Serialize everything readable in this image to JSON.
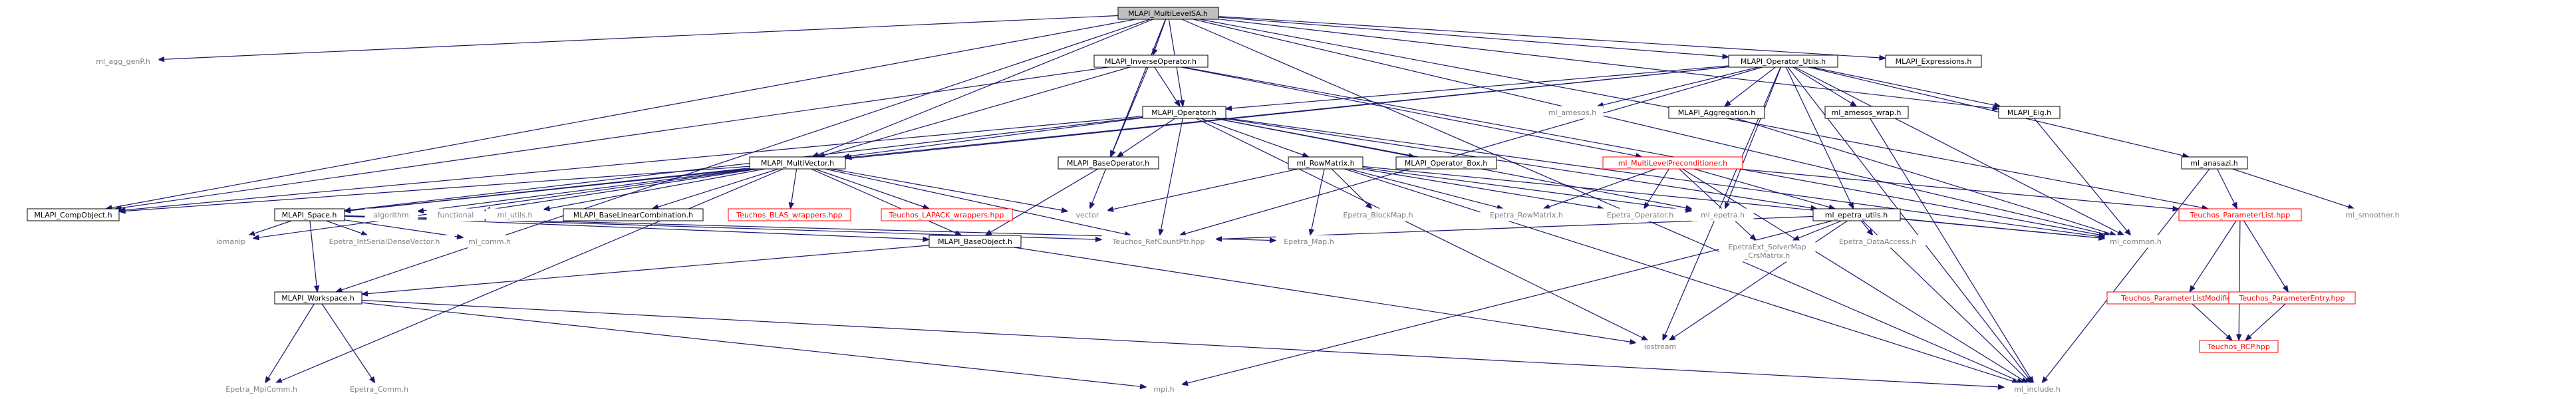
{
  "diagram": {
    "colors": {
      "edge": "#191970",
      "root_fill": "#bfbfbf",
      "documented_border": "#000000",
      "external_text": "#808080",
      "template_border": "#ff0000"
    },
    "nodes": [
      {
        "id": "root",
        "label": "MLAPI_MultiLevelSA.h",
        "style": "root"
      },
      {
        "id": "agg",
        "label": "ml_agg_genP.h",
        "style": "plain"
      },
      {
        "id": "inv",
        "label": "MLAPI_InverseOperator.h",
        "style": "doc"
      },
      {
        "id": "oputils",
        "label": "MLAPI_Operator_Utils.h",
        "style": "doc"
      },
      {
        "id": "expr",
        "label": "MLAPI_Expressions.h",
        "style": "doc"
      },
      {
        "id": "op",
        "label": "MLAPI_Operator.h",
        "style": "doc"
      },
      {
        "id": "amesos",
        "label": "ml_amesos.h",
        "style": "plain"
      },
      {
        "id": "aggreg",
        "label": "MLAPI_Aggregation.h",
        "style": "doc"
      },
      {
        "id": "amwrap",
        "label": "ml_amesos_wrap.h",
        "style": "doc"
      },
      {
        "id": "eig",
        "label": "MLAPI_Eig.h",
        "style": "doc"
      },
      {
        "id": "anasazi",
        "label": "ml_anasazi.h",
        "style": "doc"
      },
      {
        "id": "mv",
        "label": "MLAPI_MultiVector.h",
        "style": "doc"
      },
      {
        "id": "baseop",
        "label": "MLAPI_BaseOperator.h",
        "style": "doc"
      },
      {
        "id": "rowmat",
        "label": "ml_RowMatrix.h",
        "style": "doc"
      },
      {
        "id": "opbox",
        "label": "MLAPI_Operator_Box.h",
        "style": "doc"
      },
      {
        "id": "mlprec",
        "label": "ml_MultiLevelPreconditioner.h",
        "style": "tmpl"
      },
      {
        "id": "compobj",
        "label": "MLAPI_CompObject.h",
        "style": "doc"
      },
      {
        "id": "space",
        "label": "MLAPI_Space.h",
        "style": "doc"
      },
      {
        "id": "algorithm",
        "label": "algorithm",
        "style": "plain"
      },
      {
        "id": "functional",
        "label": "functional",
        "style": "plain"
      },
      {
        "id": "mlutils",
        "label": "ml_utils.h",
        "style": "plain"
      },
      {
        "id": "mlutils2",
        "label": "MLAPI_BaseLinearCombination.h",
        "style": "doc"
      },
      {
        "id": "blas",
        "label": "Teuchos_BLAS_wrappers.hpp",
        "style": "tmpl"
      },
      {
        "id": "lapack",
        "label": "Teuchos_LAPACK_wrappers.hpp",
        "style": "tmpl"
      },
      {
        "id": "vector",
        "label": "vector",
        "style": "plain"
      },
      {
        "id": "blockmap",
        "label": "Epetra_BlockMap.h",
        "style": "plain"
      },
      {
        "id": "rowmatrix",
        "label": "Epetra_RowMatrix.h",
        "style": "plain"
      },
      {
        "id": "eop",
        "label": "Epetra_Operator.h",
        "style": "plain"
      },
      {
        "id": "mlepetra",
        "label": "ml_epetra.h",
        "style": "plain"
      },
      {
        "id": "epu",
        "label": "ml_epetra_utils.h",
        "style": "doc"
      },
      {
        "id": "plist",
        "label": "Teuchos_ParameterList.hpp",
        "style": "tmpl"
      },
      {
        "id": "smoother",
        "label": "ml_smoother.h",
        "style": "plain"
      },
      {
        "id": "iomanip",
        "label": "iomanip",
        "style": "plain"
      },
      {
        "id": "serialdense",
        "label": "Epetra_IntSerialDenseVector.h",
        "style": "plain"
      },
      {
        "id": "mlcomm",
        "label": "ml_comm.h",
        "style": "plain"
      },
      {
        "id": "baseobj",
        "label": "MLAPI_BaseObject.h",
        "style": "doc"
      },
      {
        "id": "rcp",
        "label": "Teuchos_RefCountPtr.hpp",
        "style": "plain"
      },
      {
        "id": "emap",
        "label": "Epetra_Map.h",
        "style": "plain"
      },
      {
        "id": "solvermap",
        "label": "EpetraExt_SolverMap_CrsMatrix.h",
        "style": "plain"
      },
      {
        "id": "dataacc",
        "label": "Epetra_DataAccess.h",
        "style": "plain"
      },
      {
        "id": "mlcommon",
        "label": "ml_common.h",
        "style": "plain"
      },
      {
        "id": "plmod",
        "label": "Teuchos_ParameterListModifier.hpp",
        "style": "tmpl"
      },
      {
        "id": "pentry",
        "label": "Teuchos_ParameterEntry.hpp",
        "style": "tmpl"
      },
      {
        "id": "workspace",
        "label": "MLAPI_Workspace.h",
        "style": "doc"
      },
      {
        "id": "iostream",
        "label": "iostream",
        "style": "plain"
      },
      {
        "id": "trcp",
        "label": "Teuchos_RCP.hpp",
        "style": "tmpl"
      },
      {
        "id": "mpicomm",
        "label": "Epetra_MpiComm.h",
        "style": "plain"
      },
      {
        "id": "ecomm",
        "label": "Epetra_Comm.h",
        "style": "plain"
      },
      {
        "id": "mpi",
        "label": "mpi.h",
        "style": "plain"
      },
      {
        "id": "mlinclude",
        "label": "ml_include.h",
        "style": "plain"
      }
    ],
    "edges": [
      [
        "root",
        "agg"
      ],
      [
        "root",
        "inv"
      ],
      [
        "root",
        "oputils"
      ],
      [
        "root",
        "expr"
      ],
      [
        "root",
        "op"
      ],
      [
        "root",
        "mv"
      ],
      [
        "root",
        "baseop"
      ],
      [
        "root",
        "compobj"
      ],
      [
        "root",
        "vector"
      ],
      [
        "root",
        "workspace"
      ],
      [
        "root",
        "mlinclude"
      ],
      [
        "root",
        "eig"
      ],
      [
        "root",
        "plist"
      ],
      [
        "root",
        "mlcommon"
      ],
      [
        "inv",
        "op"
      ],
      [
        "inv",
        "baseop"
      ],
      [
        "inv",
        "compobj"
      ],
      [
        "inv",
        "mlprec"
      ],
      [
        "inv",
        "mlcommon"
      ],
      [
        "inv",
        "mv"
      ],
      [
        "oputils",
        "op"
      ],
      [
        "oputils",
        "amesos"
      ],
      [
        "oputils",
        "aggreg"
      ],
      [
        "oputils",
        "amwrap"
      ],
      [
        "oputils",
        "eig"
      ],
      [
        "oputils",
        "anasazi"
      ],
      [
        "oputils",
        "mlepetra"
      ],
      [
        "oputils",
        "epu"
      ],
      [
        "oputils",
        "mlcommon"
      ],
      [
        "oputils",
        "mlinclude"
      ],
      [
        "oputils",
        "rcp"
      ],
      [
        "oputils",
        "mv"
      ],
      [
        "oputils",
        "space"
      ],
      [
        "oputils",
        "iostream"
      ],
      [
        "op",
        "mv"
      ],
      [
        "op",
        "baseop"
      ],
      [
        "op",
        "rowmat"
      ],
      [
        "op",
        "opbox"
      ],
      [
        "op",
        "compobj"
      ],
      [
        "op",
        "space"
      ],
      [
        "op",
        "mlepetra"
      ],
      [
        "op",
        "epu"
      ],
      [
        "op",
        "mlcommon"
      ],
      [
        "op",
        "rcp"
      ],
      [
        "op",
        "iostream"
      ],
      [
        "aggreg",
        "mlcommon"
      ],
      [
        "amwrap",
        "mlinclude"
      ],
      [
        "eig",
        "mlcommon"
      ],
      [
        "anasazi",
        "plist"
      ],
      [
        "anasazi",
        "smoother"
      ],
      [
        "anasazi",
        "mlinclude"
      ],
      [
        "mv",
        "compobj"
      ],
      [
        "mv",
        "space"
      ],
      [
        "mv",
        "algorithm"
      ],
      [
        "mv",
        "functional"
      ],
      [
        "mv",
        "mlutils"
      ],
      [
        "mv",
        "mlutils2"
      ],
      [
        "mv",
        "blas"
      ],
      [
        "mv",
        "lapack"
      ],
      [
        "mv",
        "vector"
      ],
      [
        "mv",
        "iomanip"
      ],
      [
        "mv",
        "baseobj"
      ],
      [
        "mv",
        "rcp"
      ],
      [
        "mv",
        "mpicomm"
      ],
      [
        "baseop",
        "baseobj"
      ],
      [
        "rowmat",
        "vector"
      ],
      [
        "rowmat",
        "blockmap"
      ],
      [
        "rowmat",
        "rowmatrix"
      ],
      [
        "rowmat",
        "eop"
      ],
      [
        "rowmat",
        "mlepetra"
      ],
      [
        "rowmat",
        "emap"
      ],
      [
        "rowmat",
        "mlinclude"
      ],
      [
        "rowmat",
        "mlcommon"
      ],
      [
        "mlprec",
        "rowmatrix"
      ],
      [
        "mlprec",
        "eop"
      ],
      [
        "mlprec",
        "epu"
      ],
      [
        "mlprec",
        "plist"
      ],
      [
        "mlprec",
        "solvermap"
      ],
      [
        "mlprec",
        "mlinclude"
      ],
      [
        "epu",
        "solvermap"
      ],
      [
        "epu",
        "dataacc"
      ],
      [
        "epu",
        "mlcommon"
      ],
      [
        "epu",
        "mlinclude"
      ],
      [
        "epu",
        "iostream"
      ],
      [
        "epu",
        "mpi"
      ],
      [
        "epu",
        "rcp"
      ],
      [
        "plist",
        "plmod"
      ],
      [
        "plist",
        "pentry"
      ],
      [
        "plist",
        "trcp"
      ],
      [
        "plmod",
        "trcp"
      ],
      [
        "pentry",
        "trcp"
      ],
      [
        "space",
        "iomanip"
      ],
      [
        "space",
        "serialdense"
      ],
      [
        "space",
        "mlcomm"
      ],
      [
        "space",
        "baseobj"
      ],
      [
        "space",
        "workspace"
      ],
      [
        "space",
        "rcp"
      ],
      [
        "space",
        "emap"
      ],
      [
        "baseobj",
        "workspace"
      ],
      [
        "baseobj",
        "iostream"
      ],
      [
        "workspace",
        "mpicomm"
      ],
      [
        "workspace",
        "ecomm"
      ],
      [
        "workspace",
        "mpi"
      ],
      [
        "workspace",
        "mlinclude"
      ]
    ]
  }
}
